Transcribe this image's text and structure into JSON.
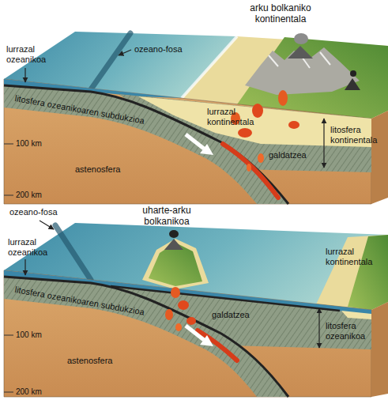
{
  "diagram": {
    "labels": [
      "arku bolkaniko kontinentala",
      "lurrazal ozeanikoa",
      "ozeano-fosa",
      "lurrazal kontinentala",
      "litosfera kontinentala",
      "litosfera ozeanikoaren subdukzioa",
      "100 km",
      "galdatzea",
      "astenosfera",
      "200 km",
      "uharte-arku bolkanikoa",
      "ozeano-fosa",
      "lurrazal ozeanikoa",
      "lurrazal kontinentala",
      "litosfera ozeanikoa",
      "litosfera ozeanikoaren subdukzioa",
      "galdatzea",
      "100 km",
      "astenosfera",
      "200 km"
    ]
  }
}
